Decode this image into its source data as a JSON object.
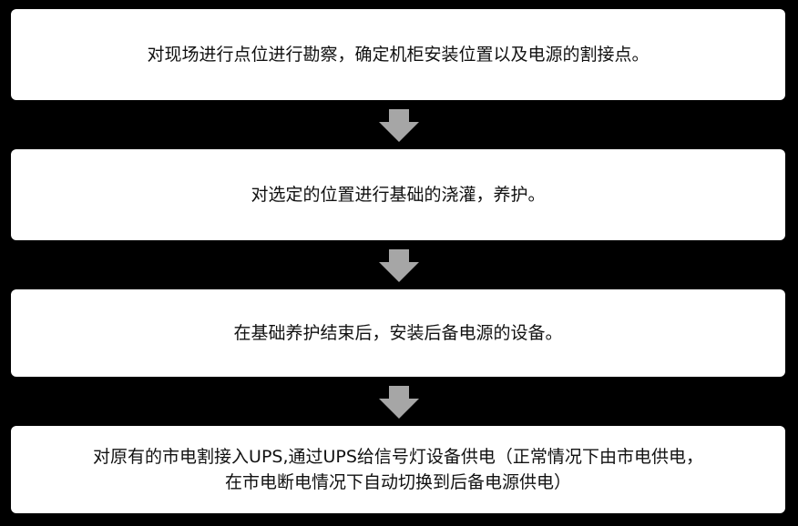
{
  "steps": [
    {
      "text": "对现场进行点位进行勘察，确定机柜安装位置以及电源的割接点。"
    },
    {
      "text": "对选定的位置进行基础的浇灌，养护。"
    },
    {
      "text": "在基础养护结束后，安装后备电源的设备。"
    },
    {
      "lines": [
        "对原有的市电割接入UPS,通过UPS给信号灯设备供电（正常情况下由市电供电，",
        "在市电断电情况下自动切换到后备电源供电）"
      ]
    }
  ],
  "colors": {
    "background": "#000000",
    "box": "#ffffff",
    "arrow": "#a6a6a6",
    "text": "#111111"
  },
  "icons": {
    "flow_arrow": "down-arrow-icon"
  }
}
